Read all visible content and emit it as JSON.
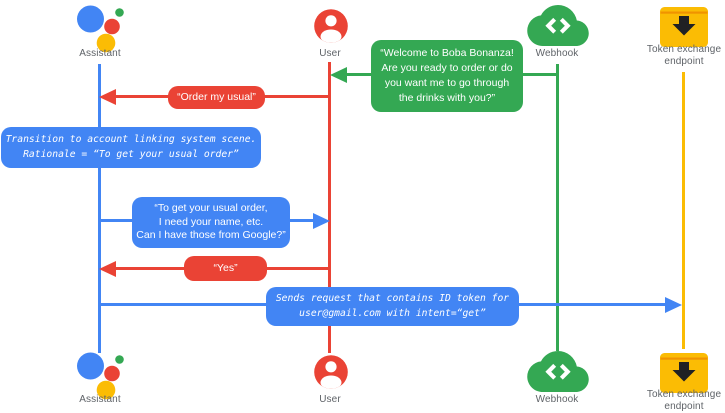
{
  "diagram": {
    "type": "sequence",
    "background": "#ffffff",
    "colors": {
      "assistant_blue": "#4285F4",
      "user_red": "#EA4335",
      "webhook_green": "#34A853",
      "token_yellow": "#FBBC04",
      "label_grey": "#5F6368",
      "message_text": "#ffffff"
    }
  },
  "icons": {
    "assistant": "google-assistant-logo-icon",
    "user": "person-in-circle-icon",
    "webhook": "cloud-code-brackets-icon",
    "token_endpoint": "box-download-arrow-icon"
  },
  "actors": [
    {
      "id": "assistant",
      "label": "Assistant",
      "color": "#4285F4"
    },
    {
      "id": "user",
      "label": "User",
      "color": "#EA4335"
    },
    {
      "id": "webhook",
      "label": "Webhook",
      "color": "#34A853"
    },
    {
      "id": "token-endpoint",
      "label": "Token exchange\nendpoint",
      "color": "#FBBC04"
    }
  ],
  "messages": [
    {
      "id": "welcome",
      "from": "webhook",
      "to": "user",
      "direction": "left",
      "style": "speech",
      "color": "#34A853",
      "text": "“Welcome to Boba Bonanza!\nAre you ready to order or do\nyou want me to go through\nthe drinks with you?”"
    },
    {
      "id": "order-my-usual",
      "from": "user",
      "to": "assistant",
      "direction": "left",
      "style": "speech",
      "color": "#EA4335",
      "text": "“Order my usual”"
    },
    {
      "id": "transition-note",
      "on": "assistant",
      "style": "code",
      "color": "#4285F4",
      "text": "Transition to account linking system scene.\nRationale = “To get your usual order”"
    },
    {
      "id": "ask-permission",
      "from": "assistant",
      "to": "user",
      "direction": "right",
      "style": "speech",
      "color": "#4285F4",
      "text": "“To get your usual order,\nI need your name, etc.\nCan I have those from Google?”"
    },
    {
      "id": "yes",
      "from": "user",
      "to": "assistant",
      "direction": "left",
      "style": "speech",
      "color": "#EA4335",
      "text": "“Yes”"
    },
    {
      "id": "send-request",
      "from": "assistant",
      "to": "token-endpoint",
      "direction": "right",
      "style": "code",
      "color": "#4285F4",
      "text": "Sends request that contains ID token for\nuser@gmail.com with intent=“get”"
    }
  ]
}
